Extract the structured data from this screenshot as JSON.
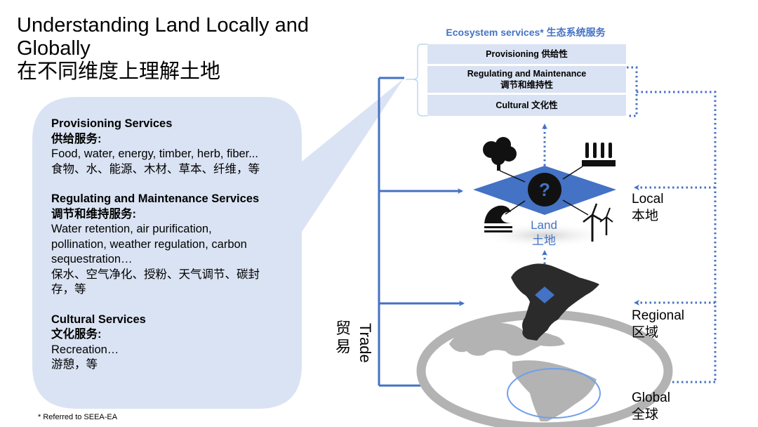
{
  "title": {
    "line1": "Understanding Land Locally and",
    "line2": "Globally",
    "line3": "在不同维度上理解土地"
  },
  "services": [
    {
      "heading": "Provisioning Services",
      "heading_zh": "供给服务:",
      "lines": [
        "Food, water, energy, timber, herb, fiber...",
        "食物、水、能源、木材、草本、纤维，等"
      ]
    },
    {
      "heading": "Regulating and Maintenance Services",
      "heading_zh": "调节和维持服务:",
      "lines": [
        "Water retention, air purification,",
        "pollination, weather regulation, carbon",
        "sequestration…",
        "保水、空气净化、授粉、天气调节、碳封",
        "存，等"
      ]
    },
    {
      "heading": "Cultural Services",
      "heading_zh": "文化服务:",
      "lines": [
        "Recreation…",
        "游憩，等"
      ]
    }
  ],
  "footnote": "* Referred to SEEA-EA",
  "ecosystem": {
    "title": "Ecosystem services* 生态系统服务",
    "boxes": [
      {
        "line1": "Provisioning 供给性",
        "line2": ""
      },
      {
        "line1": "Regulating and Maintenance",
        "line2": "调节和维持性"
      },
      {
        "line1": "Cultural 文化性",
        "line2": ""
      }
    ]
  },
  "land": {
    "en": "Land",
    "zh": "土地",
    "center_icon": "question-mark-icon"
  },
  "land_icons": [
    "tree-icon",
    "wheat-field-icon",
    "wave-icon",
    "wind-turbine-icon"
  ],
  "scales": [
    {
      "en": "Local",
      "zh": "本地"
    },
    {
      "en": "Regional",
      "zh": "区域"
    },
    {
      "en": "Global",
      "zh": "全球"
    }
  ],
  "trade": {
    "en": "Trade",
    "zh": "贸易"
  },
  "colors": {
    "accent": "#4472c4",
    "bubble": "#dae3f3",
    "map_dark": "#2b2b2b",
    "globe_gray": "#b3b3b3"
  }
}
